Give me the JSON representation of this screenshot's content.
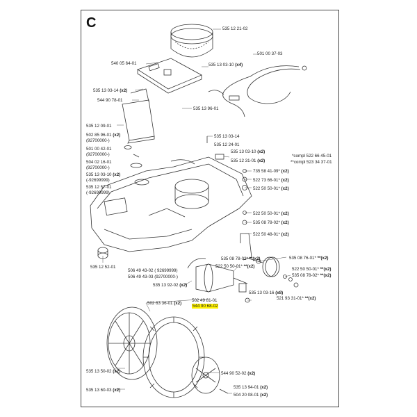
{
  "section": "C",
  "parts": {
    "p_535122102": "535 12 21-02",
    "p_540056401": "540 05 64-01",
    "p_535130310_x4": "535 13 03-10",
    "p_501003703": "501 00 37-03",
    "p_535130314_x2": "535 13 03-14",
    "p_544907801": "544 90 78-01",
    "p_535131901": "535 13 96-01",
    "p_535120901": "535 12 09-01",
    "p_502859601": "502 85 96-01",
    "p_note_92700000a": "(92700000-)",
    "p_501004201": "501 00 42-01",
    "p_note_92700000b": "(92700000-)",
    "p_504021601": "504 02 16-01",
    "p_note_92700000c": "(92700000-)",
    "p_535130310_b": "535 13 03-10",
    "p_note_92699999a": "(-92699999)",
    "p_535125701": "535 12 57-01",
    "p_note_92699999b": "(-92699999)",
    "p_535130314_b": "535 13 03-14",
    "p_535122401": "535 12 24-01",
    "p_535130310_c": "535 13 03-10",
    "p_535123101": "535 12 31-01",
    "p_compl1": "*compl 522 66 45-01",
    "p_compl2": "**compl 523 34 37-01",
    "p_735584109": "735 58 41-09*",
    "p_522736601": "522 73 66-01*",
    "p_522505001a": "522 50 50-01*",
    "p_522505001b": "522 50 50-01*",
    "p_535087802a": "535 08 78-02*",
    "p_522504801": "522 50 48-01*",
    "p_535087802b": "535 08 78-02*",
    "p_535087601": "535 08 76-01*",
    "p_522505001c": "522 50 50-01*",
    "p_522505001d": "522 50 50-01*",
    "p_535087802c": "535 08 78-02*",
    "p_535125201": "535 12 52-01",
    "p_506494302": "506 49 43-02 ( 92699999)",
    "p_506494303": "506 49 43-03 (92700000-)",
    "p_535131902": "535 13 92-02",
    "p_535130316": "535 13 03-16",
    "p_521933101": "521 93 31-01*",
    "p_502633601": "502 63 36-01",
    "p_502498101": "502 49 81-01",
    "p_544906802": "544 90 68-02",
    "p_535135002": "535 13 50-02",
    "p_535136003": "535 13 60-03",
    "p_544905202": "544 90 52-02",
    "p_535135401": "535 13 94-01",
    "p_504200801": "504 20 08-01",
    "q_x2": "(x2)",
    "q_x4": "(x4)",
    "q_x8": "(x8)",
    "q_x2b": "**(x2)"
  },
  "colors": {
    "line": "#333333",
    "highlight": "#fff200",
    "frame": "#444444"
  }
}
